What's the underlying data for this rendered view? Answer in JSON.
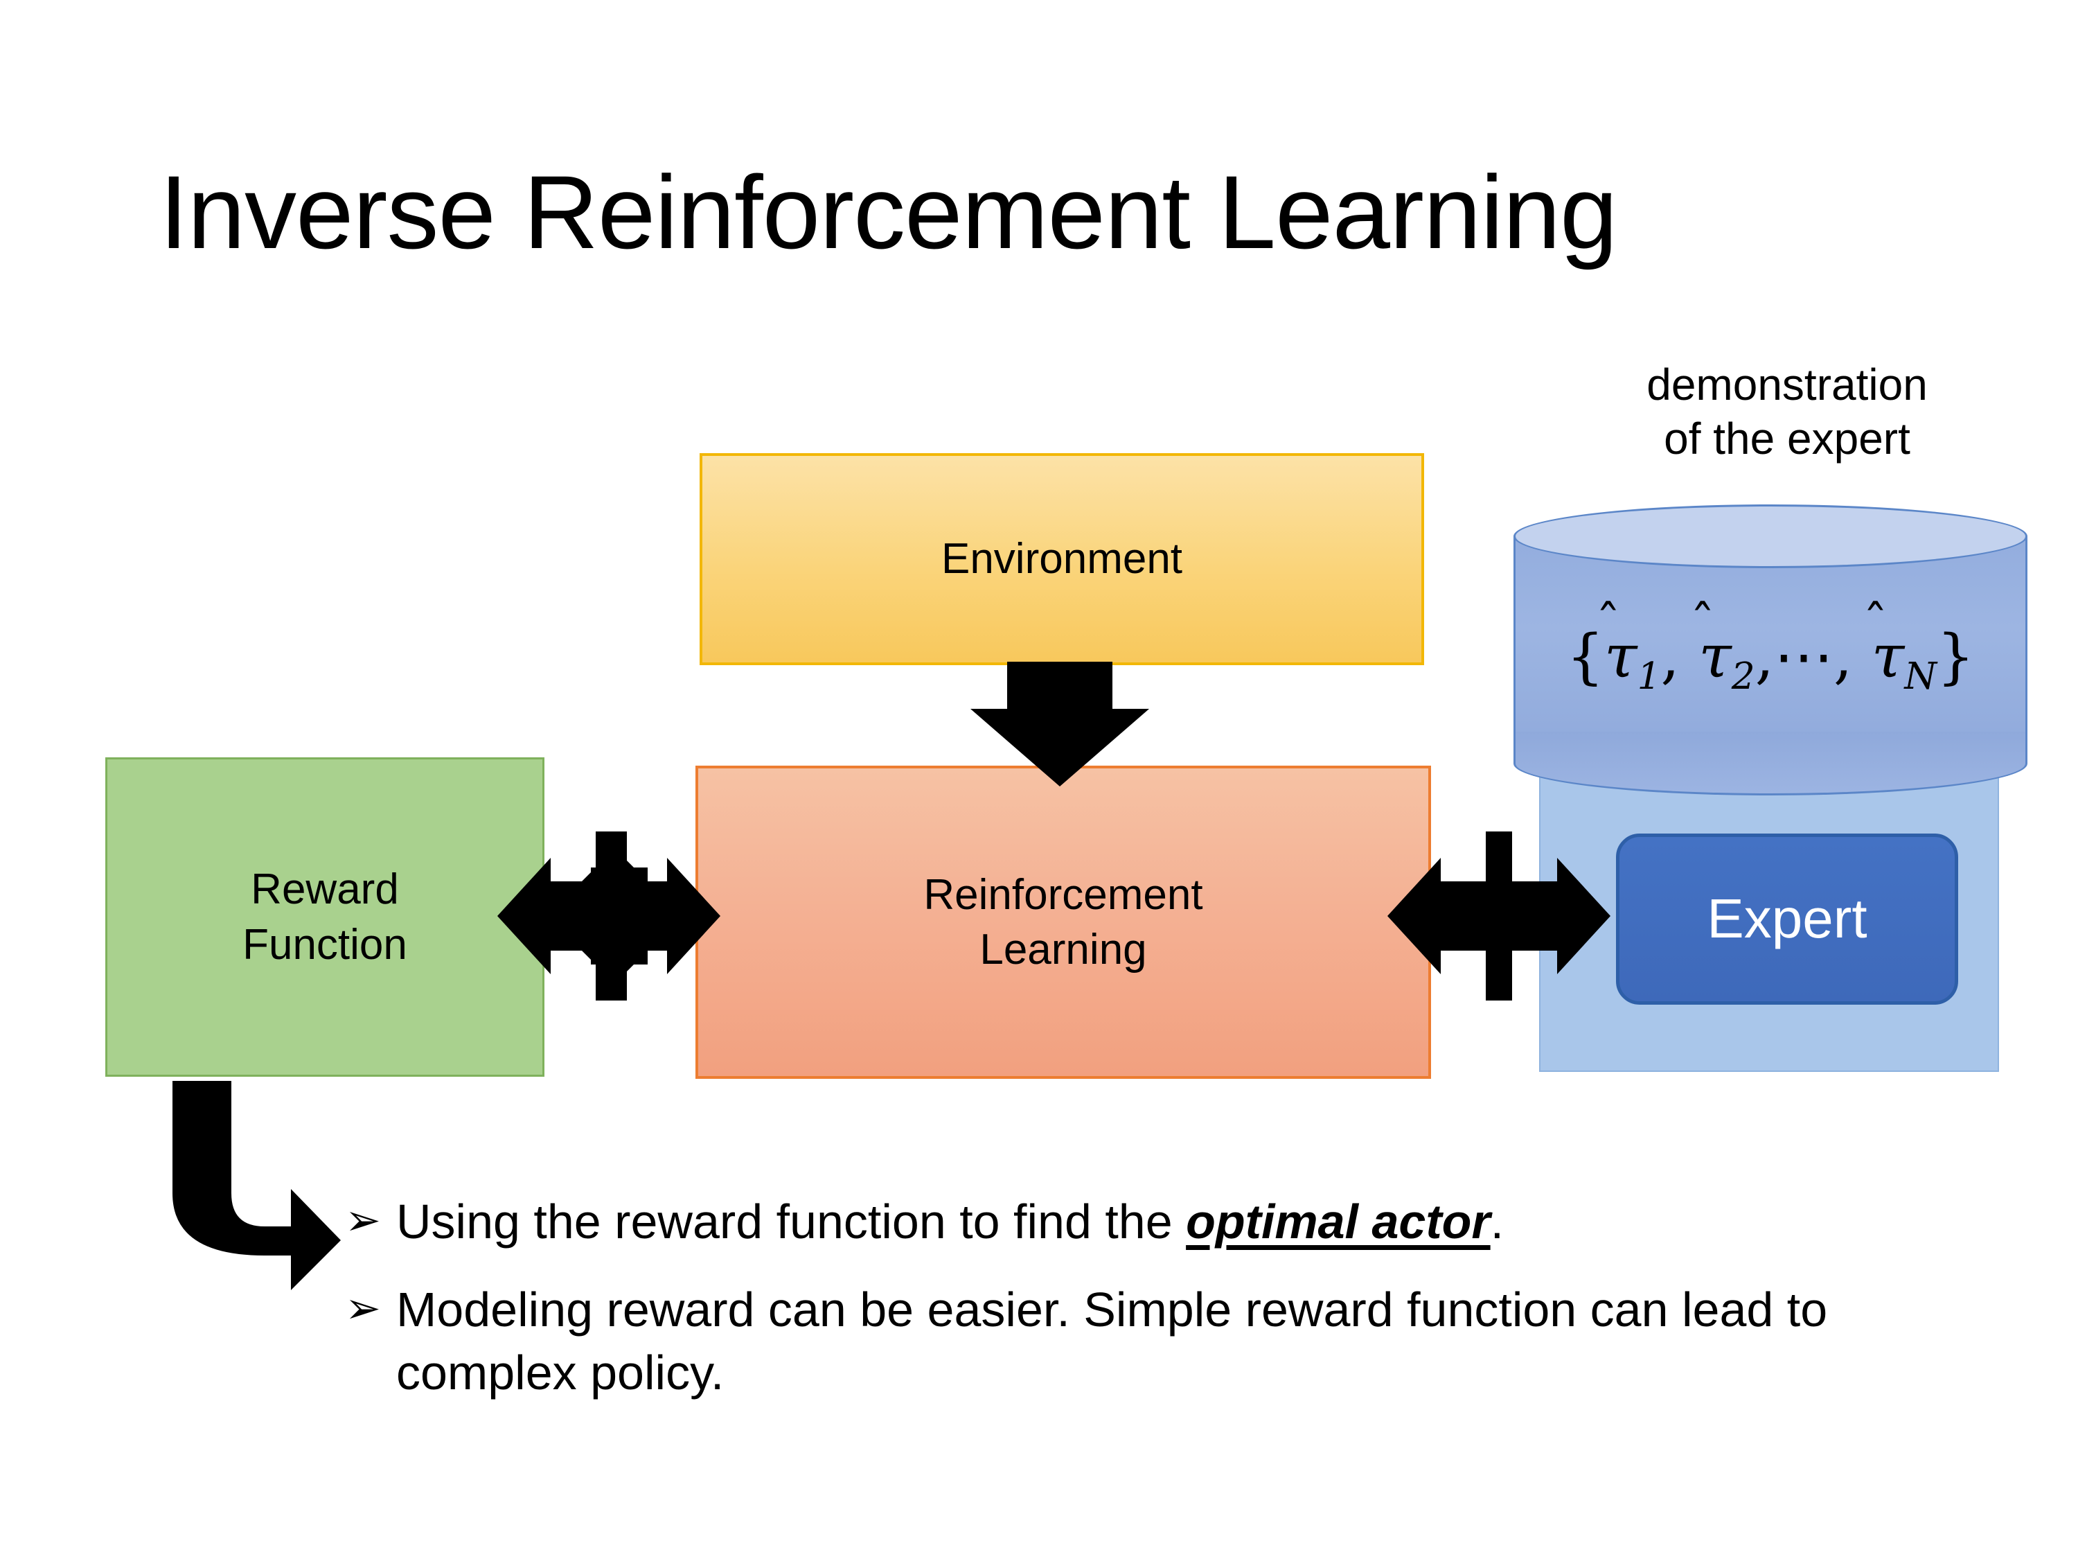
{
  "slide": {
    "title": "Inverse Reinforcement Learning",
    "background_color": "#FFFFFF"
  },
  "diagram": {
    "environment_box": {
      "label": "Environment",
      "fill_color": "#FAD47A",
      "border_color": "#F2B707"
    },
    "reward_box": {
      "label_line1": "Reward",
      "label_line2": "Function",
      "fill_color": "#A9D18E",
      "border_color": "#7FB15C"
    },
    "rl_box": {
      "label_line1": "Reinforcement",
      "label_line2": "Learning",
      "fill_color": "#F4B194",
      "border_color": "#ED7D31"
    },
    "demonstration": {
      "caption_line1": "demonstration",
      "caption_line2": "of the expert",
      "cylinder_fill": "#9DB5E2",
      "cylinder_top_fill": "#C3D2EE",
      "cylinder_border": "#5B86C8",
      "formula_open": "{",
      "formula_tau_hat": "τ",
      "formula_hat": "̂",
      "formula_sub1": "1",
      "formula_sub2": "2",
      "formula_subN": "N",
      "formula_comma": ",",
      "formula_dots": "⋯",
      "formula_close": "}",
      "formula_plain": "{τ̂1, τ̂2, ⋯, τ̂N}"
    },
    "expert": {
      "label": "Expert",
      "panel_fill": "#A9C6EA",
      "chip_fill": "#4472C4",
      "chip_border": "#2E5FA8",
      "chip_text_color": "#FFFFFF"
    },
    "connectors": {
      "environment_to_rl": "down-arrow",
      "reward_to_rl": "four-way-arrow",
      "rl_to_expert": "four-way-arrow",
      "reward_to_bullets": "elbow-arrow-right",
      "arrow_color": "#000000"
    }
  },
  "bullets": [
    {
      "marker": "➢",
      "text_before": "Using the reward function to find the ",
      "emphasis": "optimal actor",
      "text_after": "."
    },
    {
      "marker": "➢",
      "text_before": "Modeling reward can be easier. Simple reward function can lead to complex policy.",
      "emphasis": "",
      "text_after": ""
    }
  ]
}
